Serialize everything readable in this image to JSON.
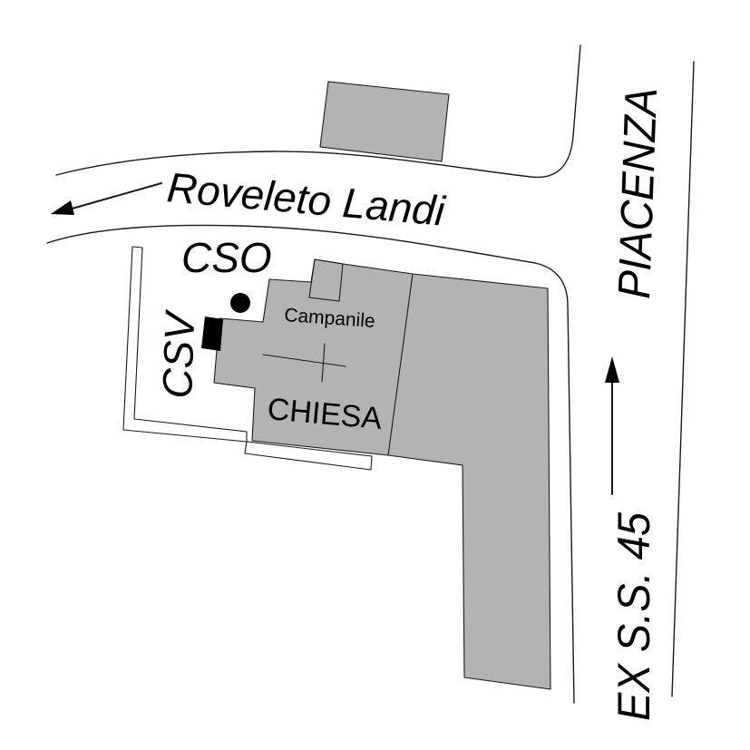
{
  "map": {
    "street_name": "Roveleto Landi",
    "destination_label": "PIACENZA",
    "route_label": "EX S.S. 45",
    "marker_cso": "CSO",
    "marker_csv": "CSV",
    "bell_tower_label": "Campanile",
    "church_label": "CHIESA"
  },
  "colors": {
    "background": "#ffffff",
    "building_fill": "#b3b3b3",
    "outline": "#1a1a1a",
    "marker": "#000000"
  },
  "icons": {
    "street_direction": "arrow-left-icon",
    "route_direction": "arrow-up-icon"
  }
}
